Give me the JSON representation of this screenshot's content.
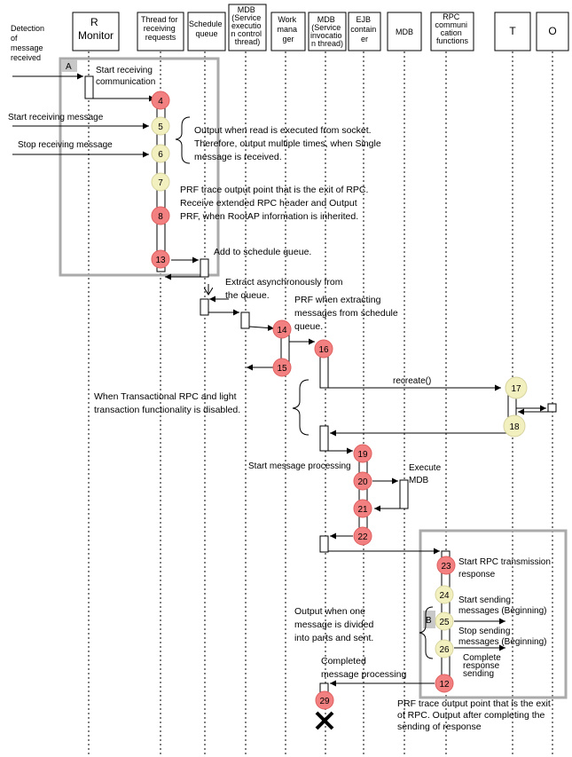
{
  "colors": {
    "red_point": "#f28080",
    "yellow_point": "#f3f0c0",
    "frame_grey": "#aaaaaa"
  },
  "left_header": [
    "Detection",
    "of",
    "message",
    "received"
  ],
  "headers": [
    {
      "lines": [
        "R",
        "Monitor"
      ],
      "big": true
    },
    {
      "lines": [
        "Thread for",
        "receiving",
        "requests"
      ]
    },
    {
      "lines": [
        "Schedule",
        "queue"
      ]
    },
    {
      "lines": [
        "MDB",
        "(Service",
        "executio",
        "n control",
        "thread)"
      ]
    },
    {
      "lines": [
        "Work",
        "mana",
        "ger"
      ]
    },
    {
      "lines": [
        "MDB",
        "(Service",
        "invocatio",
        "n thread)"
      ]
    },
    {
      "lines": [
        "EJB",
        "contain",
        "er"
      ]
    },
    {
      "lines": [
        "MDB"
      ]
    },
    {
      "lines": [
        "RPC",
        "communi",
        "cation",
        "functions"
      ]
    },
    {
      "lines": [
        "T"
      ],
      "big": true
    },
    {
      "lines": [
        "O"
      ],
      "big": true
    }
  ],
  "tags": {
    "a": "A",
    "b": "B"
  },
  "points": [
    {
      "n": "4",
      "c": "red"
    },
    {
      "n": "5",
      "c": "yellow"
    },
    {
      "n": "6",
      "c": "yellow"
    },
    {
      "n": "7",
      "c": "yellow"
    },
    {
      "n": "8",
      "c": "red"
    },
    {
      "n": "13",
      "c": "red"
    },
    {
      "n": "14",
      "c": "red"
    },
    {
      "n": "15",
      "c": "red"
    },
    {
      "n": "16",
      "c": "red"
    },
    {
      "n": "17",
      "c": "yellow"
    },
    {
      "n": "18",
      "c": "yellow"
    },
    {
      "n": "19",
      "c": "red"
    },
    {
      "n": "20",
      "c": "red"
    },
    {
      "n": "21",
      "c": "red"
    },
    {
      "n": "22",
      "c": "red"
    },
    {
      "n": "23",
      "c": "red"
    },
    {
      "n": "24",
      "c": "yellow"
    },
    {
      "n": "25",
      "c": "yellow"
    },
    {
      "n": "26",
      "c": "yellow"
    },
    {
      "n": "12",
      "c": "red"
    },
    {
      "n": "29",
      "c": "red"
    }
  ],
  "labels": {
    "start_receiving_communication": [
      "Start receiving",
      "communication"
    ],
    "start_receiving_message": "Start receiving message",
    "stop_receiving_message": "Stop receiving message",
    "recreate": "recreate()",
    "start_message_processing": "Start message processing",
    "execute_mdb": [
      "Execute",
      "MDB"
    ],
    "start_rpc_transmission": [
      "Start RPC transmission",
      "response"
    ],
    "start_sending": [
      "Start sending",
      "messages (Beginning)"
    ],
    "stop_sending": [
      "Stop sending",
      "messages (Beginning)"
    ],
    "complete_response": [
      "Complete",
      "response",
      "sending"
    ]
  },
  "notes": {
    "socket": [
      "Output when read is executed from socket.",
      "Therefore, output multiple times, when Single",
      "message is received."
    ],
    "prf_rpc_exit": [
      "PRF trace output point that is the exit of RPC.",
      "Receive extended RPC header and Output",
      "PRF, when RootAP information is inherited."
    ],
    "add_queue": "Add to schedule queue.",
    "extract": [
      "Extract asynchronously from",
      "the queue."
    ],
    "prf_extract": [
      "PRF when extracting",
      "messages from schedule",
      "queue."
    ],
    "transactional": [
      "When Transactional RPC and light",
      "transaction functionality is disabled."
    ],
    "divided": [
      "Output when one",
      "message is divided",
      "into parts and sent."
    ],
    "completed": [
      "Completed",
      "message processing"
    ],
    "prf_final": [
      "PRF trace output point that is the exit",
      "of RPC. Output after completing the",
      "sending of response"
    ]
  }
}
